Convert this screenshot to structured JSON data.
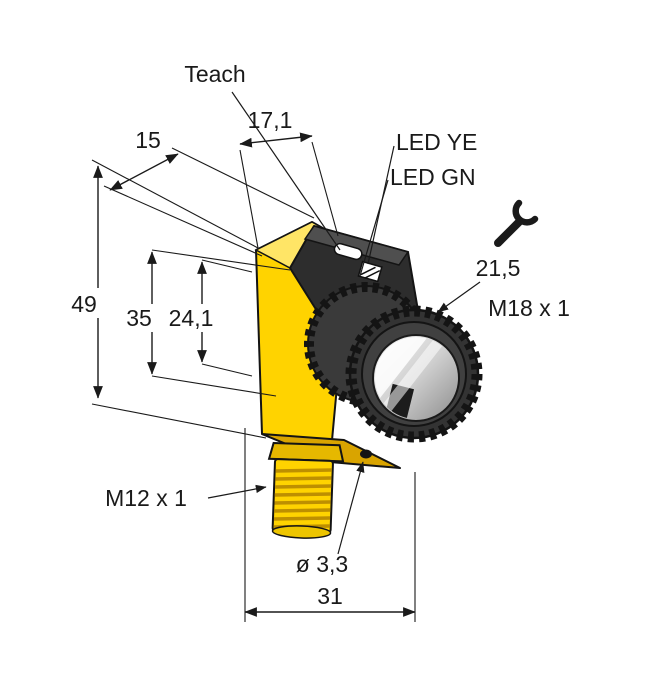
{
  "drawing": {
    "background": "#FFFFFF",
    "colors": {
      "body_yellow": "#FFD300",
      "body_yellow_dark": "#D9A400",
      "housing_dark": "#2D2D2D",
      "line": "#1A1A1A",
      "lens_light": "#E8E8E8"
    },
    "icons": {
      "wrench": "wrench-icon"
    },
    "labels": {
      "teach": "Teach",
      "dim15": "15",
      "dim17_1": "17,1",
      "led_ye": "LED YE",
      "led_gn": "LED GN",
      "dim49": "49",
      "dim35": "35",
      "dim24_1": "24,1",
      "dim21_5": "21,5",
      "m18": "M18 x 1",
      "m12": "M12 x 1",
      "dia33": "ø 3,3",
      "dim31": "31"
    }
  }
}
